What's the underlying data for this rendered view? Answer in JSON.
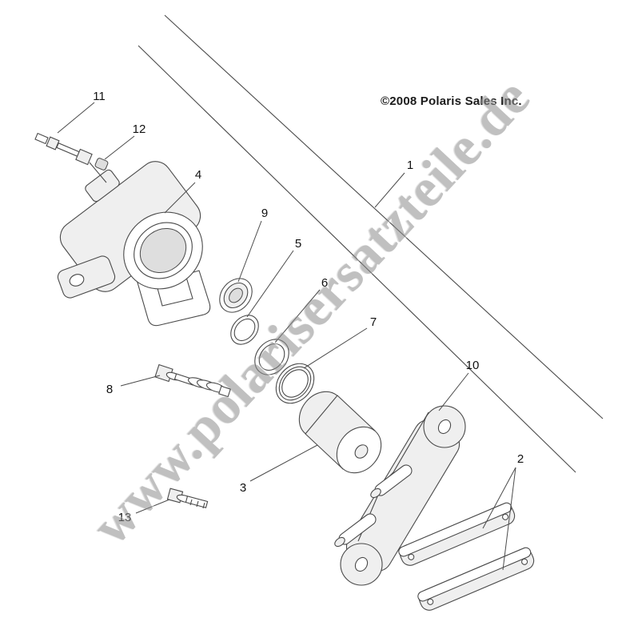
{
  "watermark": {
    "text": "www.polarisersatzteile.de"
  },
  "copyright": {
    "text": "©2008 Polaris Sales Inc."
  },
  "colors": {
    "line": "#4a4a4a",
    "watermark": "#8e8e8e",
    "background": "#ffffff"
  },
  "callouts": [
    {
      "num": "1"
    },
    {
      "num": "2"
    },
    {
      "num": "3"
    },
    {
      "num": "4"
    },
    {
      "num": "5"
    },
    {
      "num": "6"
    },
    {
      "num": "7"
    },
    {
      "num": "8"
    },
    {
      "num": "9"
    },
    {
      "num": "10"
    },
    {
      "num": "11"
    },
    {
      "num": "12"
    },
    {
      "num": "13"
    }
  ]
}
